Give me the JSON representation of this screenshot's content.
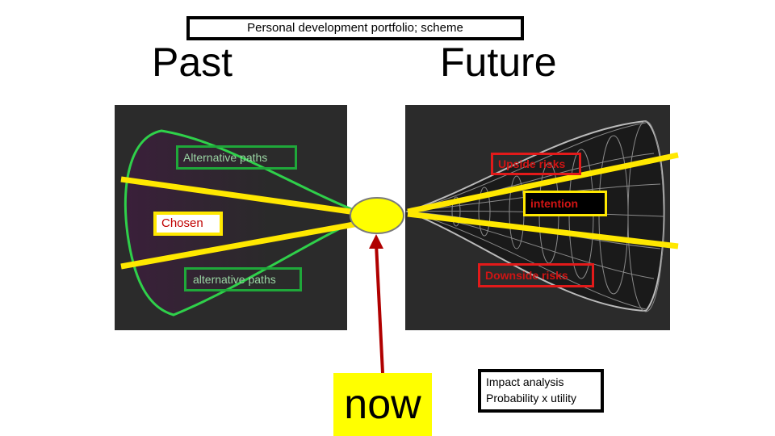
{
  "title": "Personal development portfolio; scheme",
  "past_label": "Past",
  "future_label": "Future",
  "labels": {
    "alternative_paths_top": "Alternative paths",
    "chosen": "Chosen",
    "alternative_paths_bottom": "alternative paths",
    "upside_risks": "Upside risks",
    "intention": "intention",
    "downside_risks": "Downside risks"
  },
  "now_label": "now",
  "impact": {
    "line1": "Impact analysis",
    "line2": "Probability x utility"
  },
  "colors": {
    "yellow": "#ffe800",
    "green": "#1fa83a",
    "red": "#e21a1a",
    "arrow": "#b00000",
    "panel": "#2b2b2b"
  }
}
